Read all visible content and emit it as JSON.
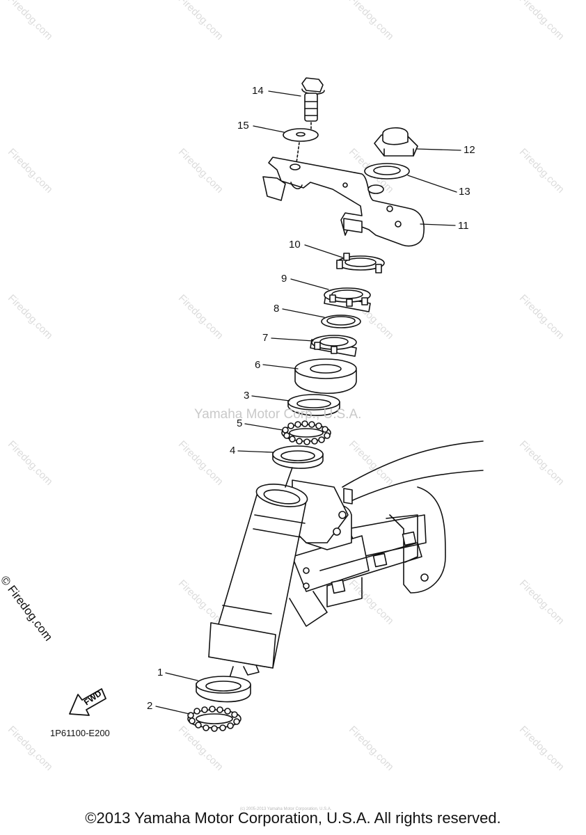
{
  "watermark": {
    "text": "Firedog.com",
    "side_text": "© Firedog.com",
    "center_text": "Yamaha Motor Corp., U.S.A."
  },
  "diagram_code": "1P61100-E200",
  "fwd_label": "FWD",
  "copyright": "©2013 Yamaha Motor Corporation, U.S.A. All rights reserved.",
  "fine_print": "(c) 2005-2013 Yamaha Motor Corporation, U.S.A.",
  "callouts": [
    "14",
    "15",
    "12",
    "13",
    "11",
    "10",
    "9",
    "8",
    "7",
    "6",
    "3",
    "5",
    "4",
    "1",
    "2"
  ],
  "colors": {
    "line": "#111111",
    "watermark": "#dcdcdc"
  }
}
